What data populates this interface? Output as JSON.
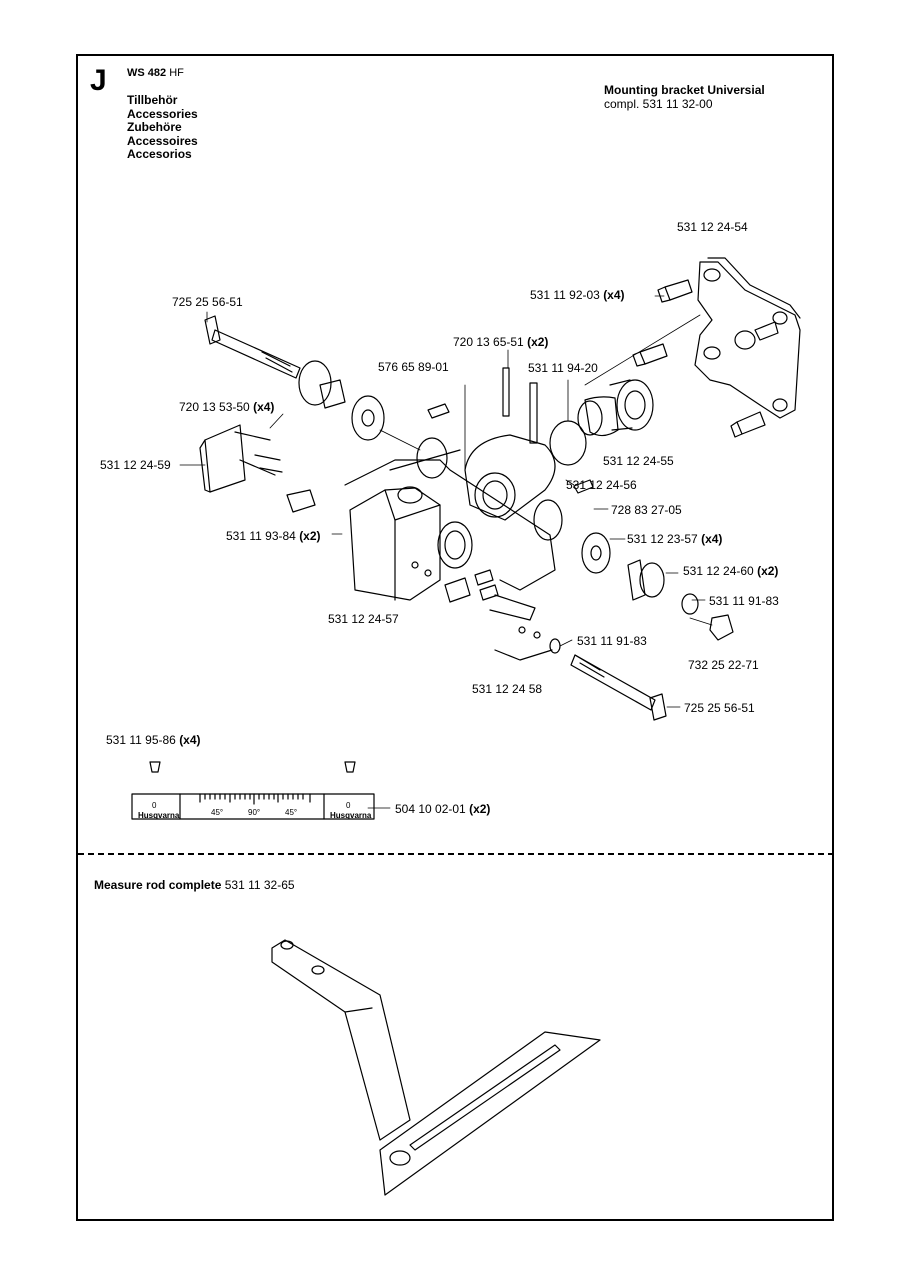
{
  "header": {
    "section_letter": "J",
    "model": "WS 482",
    "model_suffix": "HF",
    "languages": [
      "Tillbehör",
      "Accessories",
      "Zubehöre",
      "Accessoires",
      "Accesorios"
    ]
  },
  "bracket": {
    "title": "Mounting bracket Universial",
    "subtitle": "compl. 531 11 32-00"
  },
  "parts": [
    {
      "number": "531 12 24-54",
      "qty": ""
    },
    {
      "number": "531 11 92-03",
      "qty": "(x4)"
    },
    {
      "number": "725 25 56-51",
      "qty": ""
    },
    {
      "number": "720 13 65-51",
      "qty": "(x2)"
    },
    {
      "number": "576 65 89-01",
      "qty": ""
    },
    {
      "number": "531 11 94-20",
      "qty": ""
    },
    {
      "number": "720 13 53-50",
      "qty": "(x4)"
    },
    {
      "number": "531 12 24-55",
      "qty": ""
    },
    {
      "number": "531 12 24-59",
      "qty": ""
    },
    {
      "number": "531 12 24-56",
      "qty": ""
    },
    {
      "number": "728 83 27-05",
      "qty": ""
    },
    {
      "number": "531 11 93-84",
      "qty": "(x2)"
    },
    {
      "number": "531 12 23-57",
      "qty": "(x4)"
    },
    {
      "number": "531 12 24-60",
      "qty": "(x2)"
    },
    {
      "number": "531 11 91-83",
      "qty": ""
    },
    {
      "number": "531 12 24-57",
      "qty": ""
    },
    {
      "number": "531 11 91-83",
      "qty": ""
    },
    {
      "number": "732 25 22-71",
      "qty": ""
    },
    {
      "number": "531 12 24 58",
      "qty": ""
    },
    {
      "number": "725 25 56-51",
      "qty": ""
    },
    {
      "number": "531 11 95-86",
      "qty": "(x4)"
    },
    {
      "number": "504 10 02-01",
      "qty": "(x2)"
    }
  ],
  "scale": {
    "marks": [
      "0",
      "45°",
      "90°",
      "45°",
      "0"
    ],
    "brand": "Husqvarna"
  },
  "measure_rod": {
    "title": "Measure rod complete",
    "number": "531 11 32-65"
  }
}
